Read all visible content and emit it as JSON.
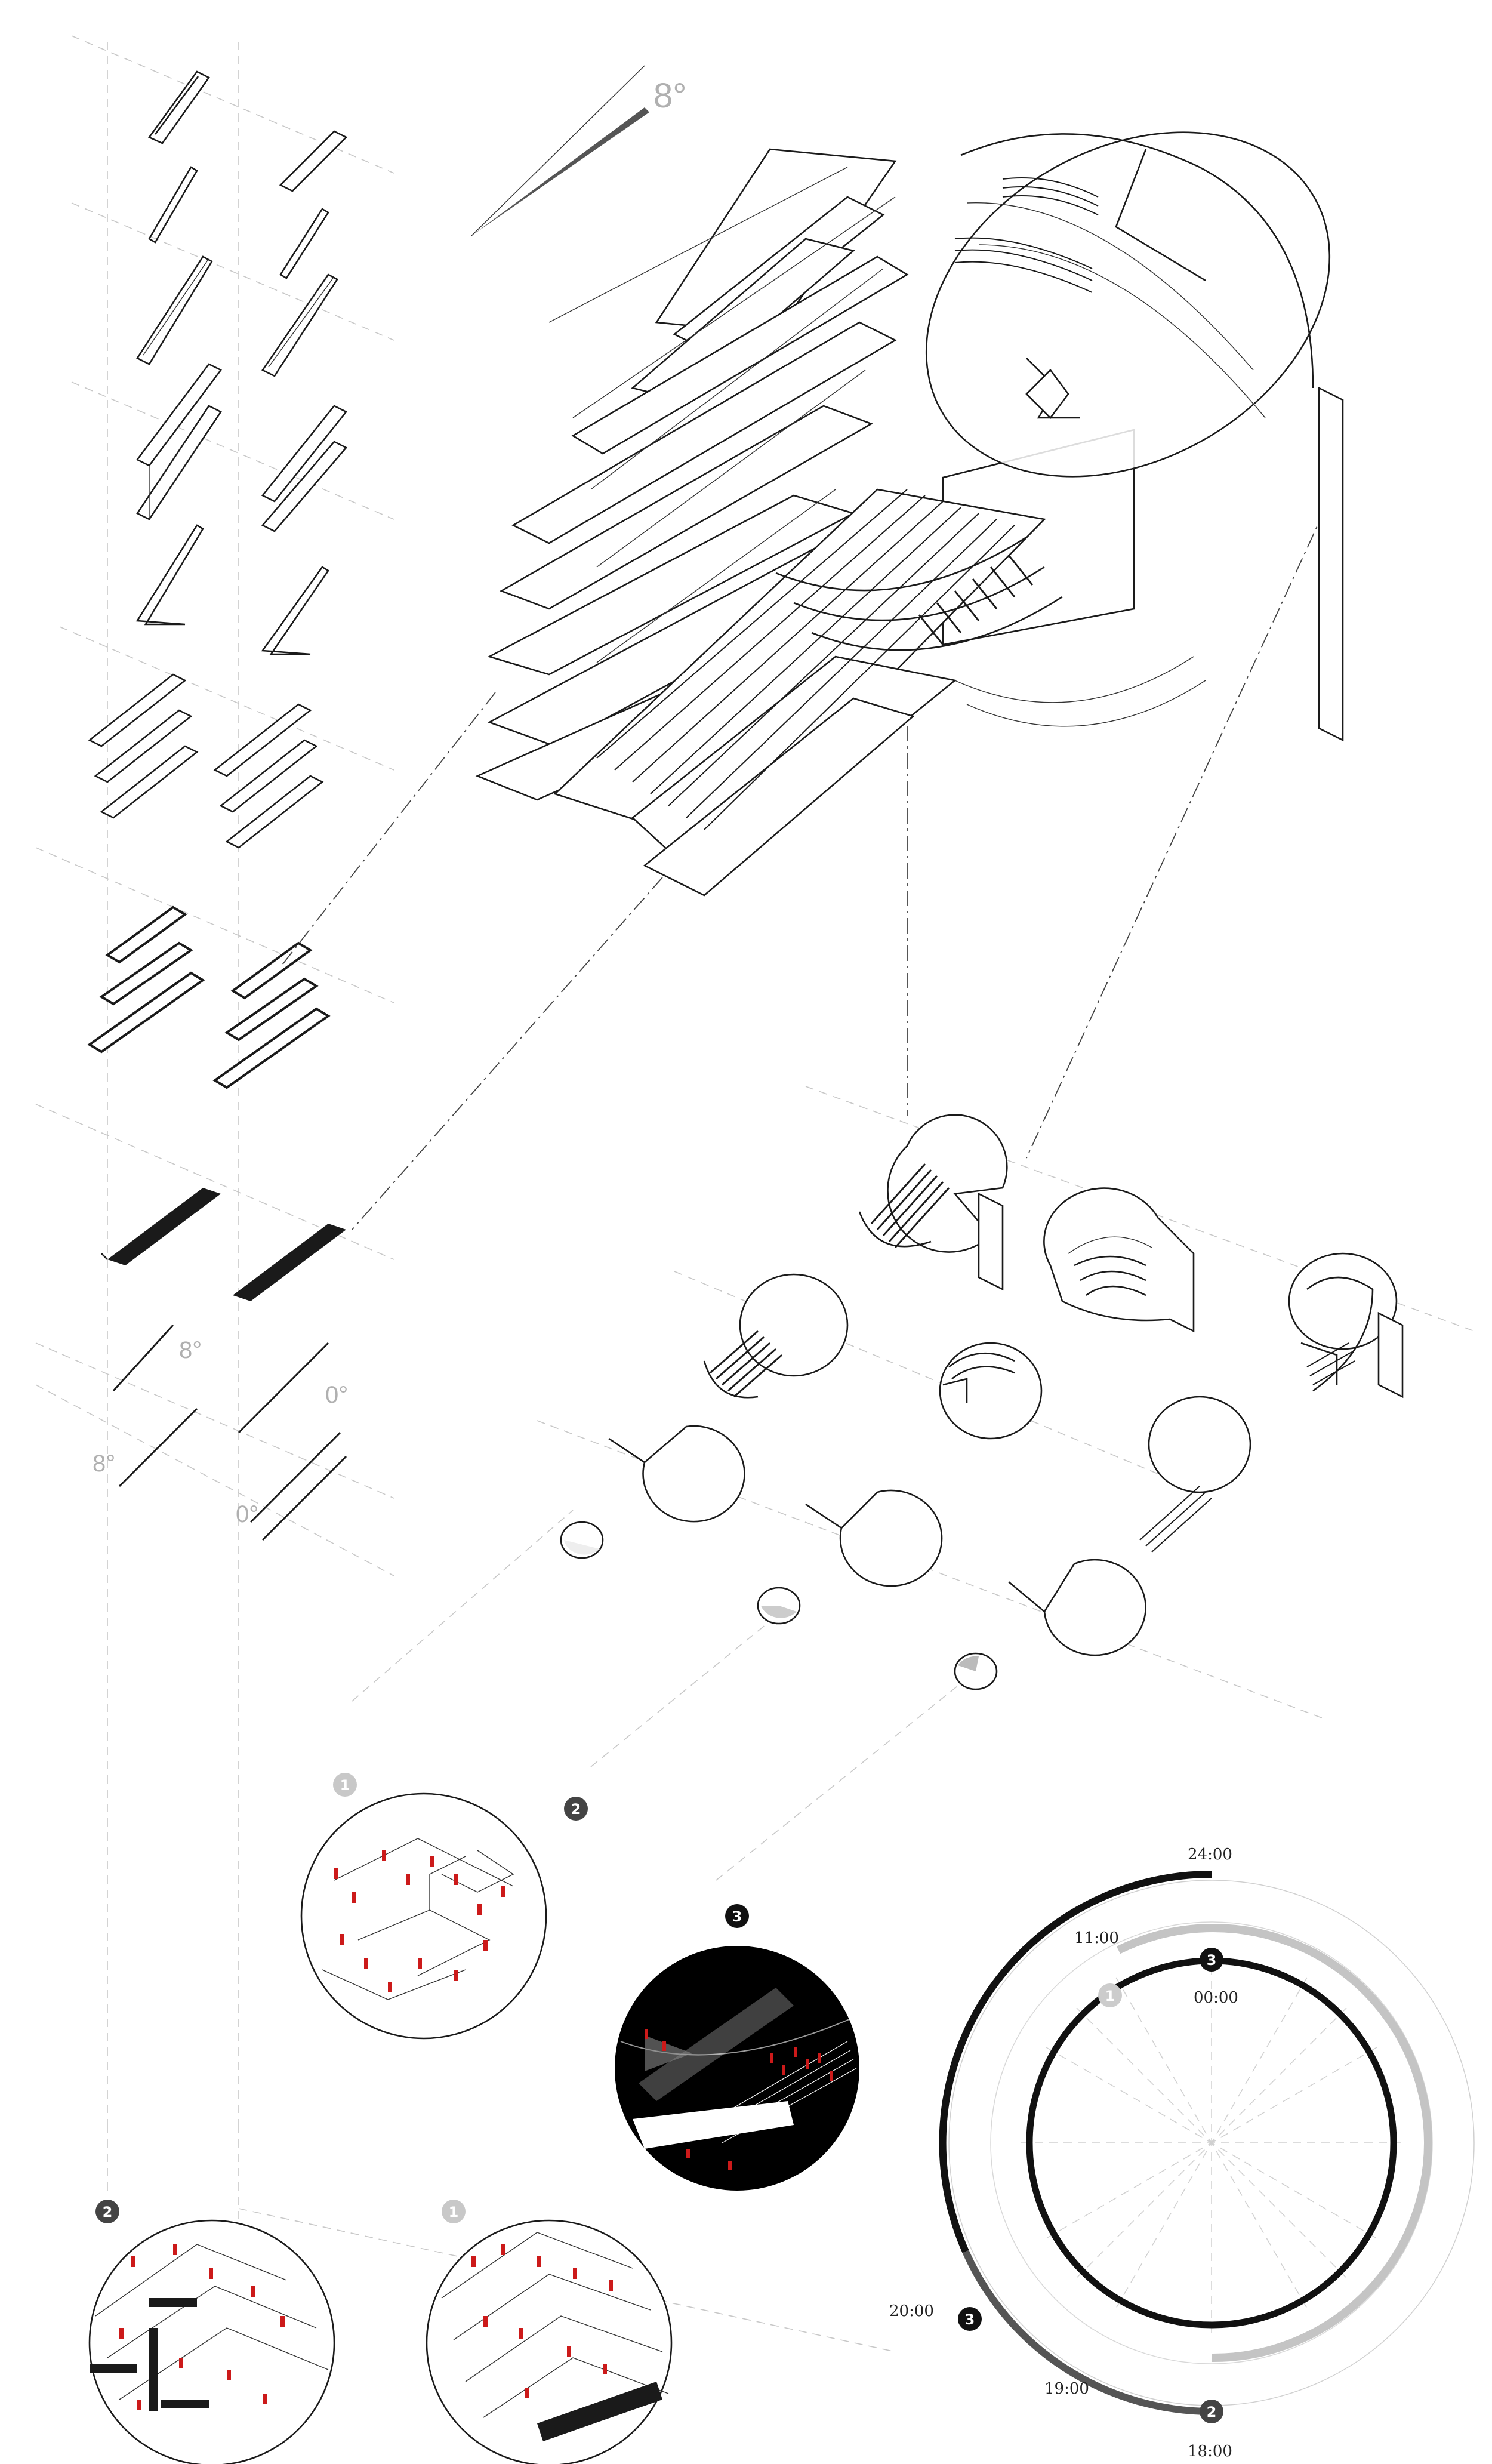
{
  "angles": {
    "top": "8°",
    "stair_a": "8°",
    "stair_b": "0°",
    "left_a": "8°",
    "left_b": "0°"
  },
  "badges": {
    "scene_1": "1",
    "scene_2": "2",
    "scene_3": "3",
    "bottom_2": "2",
    "bottom_1": "1"
  },
  "clock": {
    "times": [
      "24:00",
      "11:00",
      "00:00",
      "20:00",
      "19:00",
      "18:00"
    ],
    "markers": [
      "1",
      "3",
      "3",
      "2"
    ]
  },
  "colors": {
    "ink": "#1a1a1a",
    "accent_figures": "#cc1a1a",
    "ring_light": "#c4c4c4",
    "ring_mid": "#555555",
    "guide": "#c8c8c8"
  }
}
